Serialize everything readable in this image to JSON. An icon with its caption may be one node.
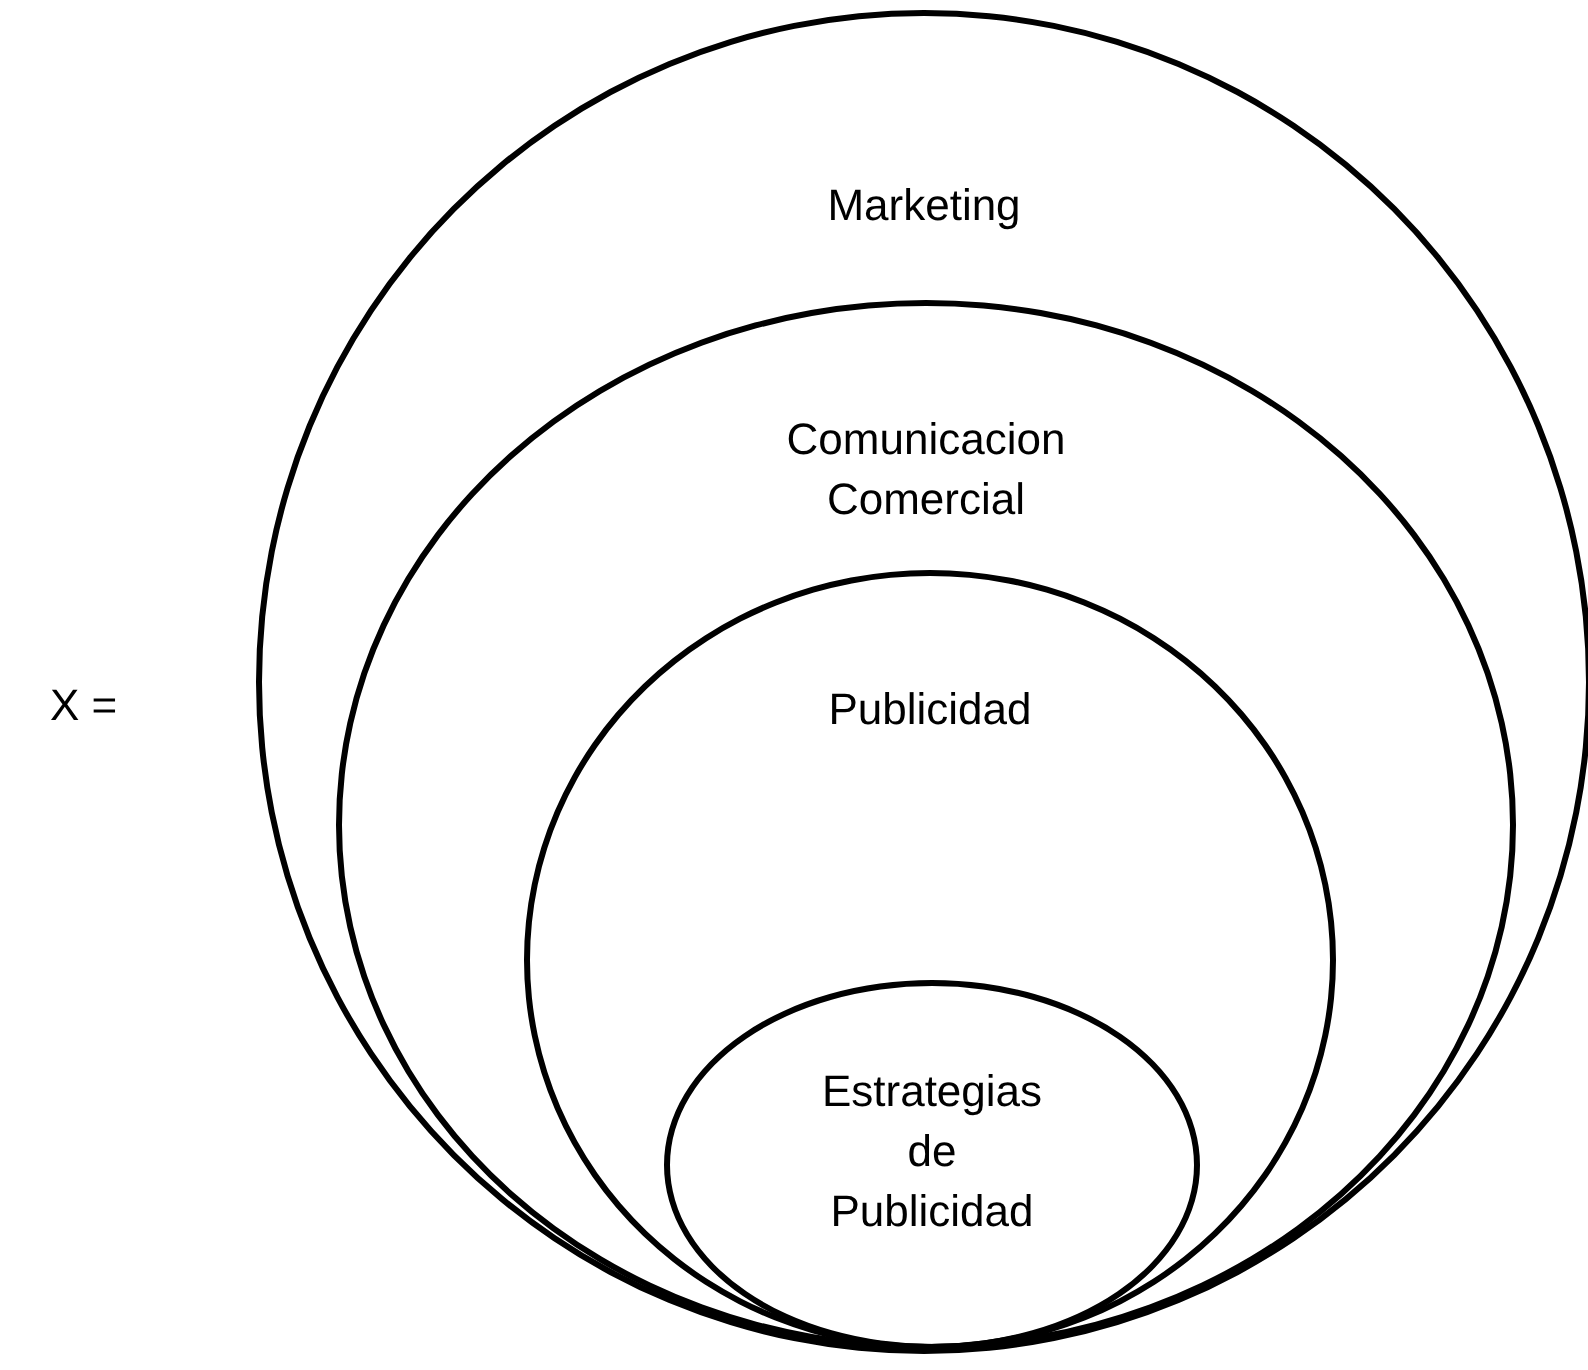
{
  "diagram": {
    "nodes": [
      {
        "text": [
          "Marketing"
        ]
      },
      {
        "text": [
          "Comunicacion Comercial"
        ],
        "in": 0
      },
      {
        "text": [
          "Publicidad"
        ],
        "in": 1
      },
      {
        "text": [
          "Estrategias de Publicidad"
        ],
        "in": 2
      }
    ],
    "edges": [],
    "labels": [
      "X ="
    ]
  }
}
